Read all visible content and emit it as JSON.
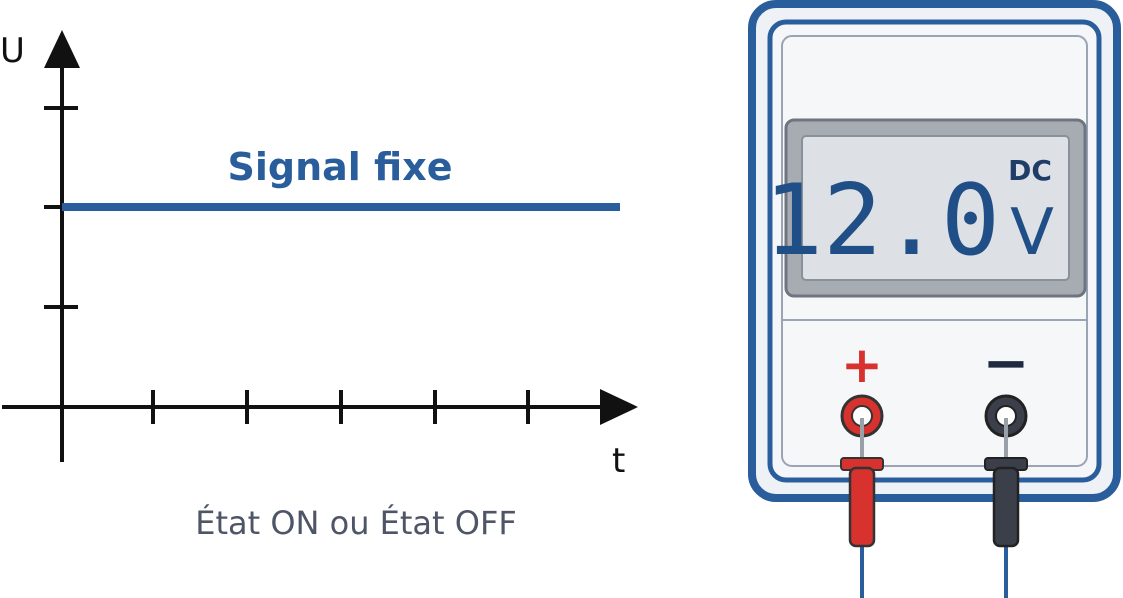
{
  "graph": {
    "y_axis_label": "U",
    "x_axis_label": "t",
    "signal_label": "Signal fixe",
    "caption": "État ON ou État OFF",
    "signal_color": "#2a5d9c",
    "signal_level_tick": 2
  },
  "multimeter": {
    "mode_label": "DC",
    "reading": "12.0",
    "unit": "V",
    "positive_symbol": "+",
    "negative_symbol": "−",
    "casing_color": "#2a5d9c",
    "positive_probe_color": "#d8322f",
    "negative_probe_color": "#3a3f4a"
  }
}
